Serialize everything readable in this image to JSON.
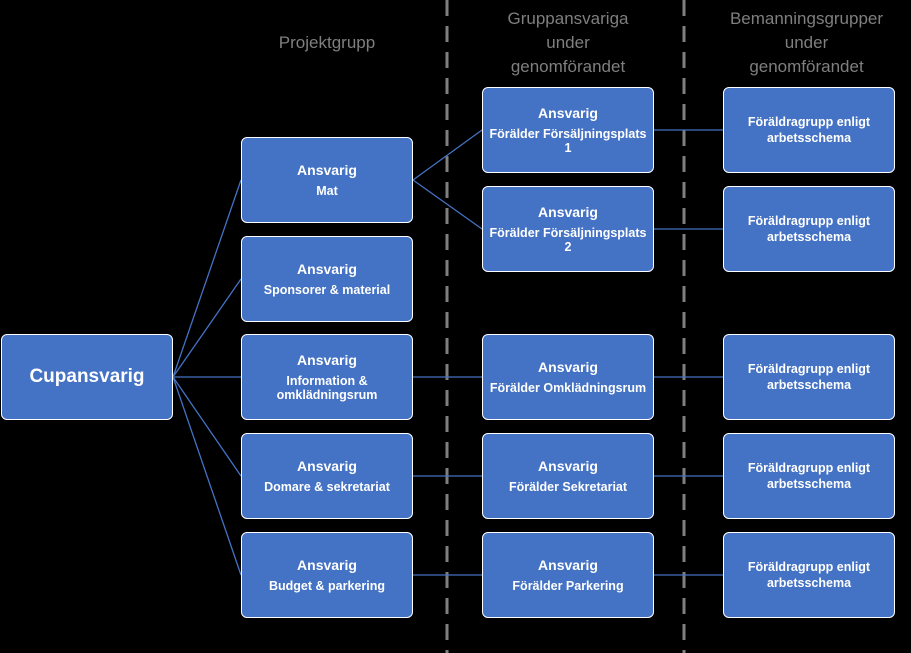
{
  "headers": {
    "projektgrupp": "Projektgrupp",
    "gruppansvariga": "Gruppansvariga\nunder\ngenomförandet",
    "bemanningsgrupper": "Bemanningsgrupper\nunder\ngenomförandet"
  },
  "root": {
    "label": "Cupansvarig"
  },
  "project_group": [
    {
      "title": "Ansvarig",
      "area": "Mat"
    },
    {
      "title": "Ansvarig",
      "area": "Sponsorer & material"
    },
    {
      "title": "Ansvarig",
      "area": "Information &\nomklädningsrum"
    },
    {
      "title": "Ansvarig",
      "area": "Domare & sekretariat"
    },
    {
      "title": "Ansvarig",
      "area": "Budget & parkering"
    }
  ],
  "group_leaders": [
    {
      "title": "Ansvarig",
      "area": "Förälder Försäljningsplats\n1"
    },
    {
      "title": "Ansvarig",
      "area": "Förälder Försäljningsplats\n2"
    },
    {
      "title": "Ansvarig",
      "area": "Förälder Omklädningsrum"
    },
    {
      "title": "Ansvarig",
      "area": "Förälder Sekretariat"
    },
    {
      "title": "Ansvarig",
      "area": "Förälder Parkering"
    }
  ],
  "staffing_groups": [
    {
      "label": "Föräldragrupp enligt\narbetsschema"
    },
    {
      "label": "Föräldragrupp enligt\narbetsschema"
    },
    {
      "label": "Föräldragrupp enligt\narbetsschema"
    },
    {
      "label": "Föräldragrupp enligt\narbetsschema"
    },
    {
      "label": "Föräldragrupp enligt\narbetsschema"
    }
  ],
  "colors": {
    "box": "#4472c4",
    "border": "#ffffff",
    "connector": "#4472c4",
    "divider": "#7f7f7f",
    "header": "#7f7f7f",
    "background": "#000000"
  }
}
